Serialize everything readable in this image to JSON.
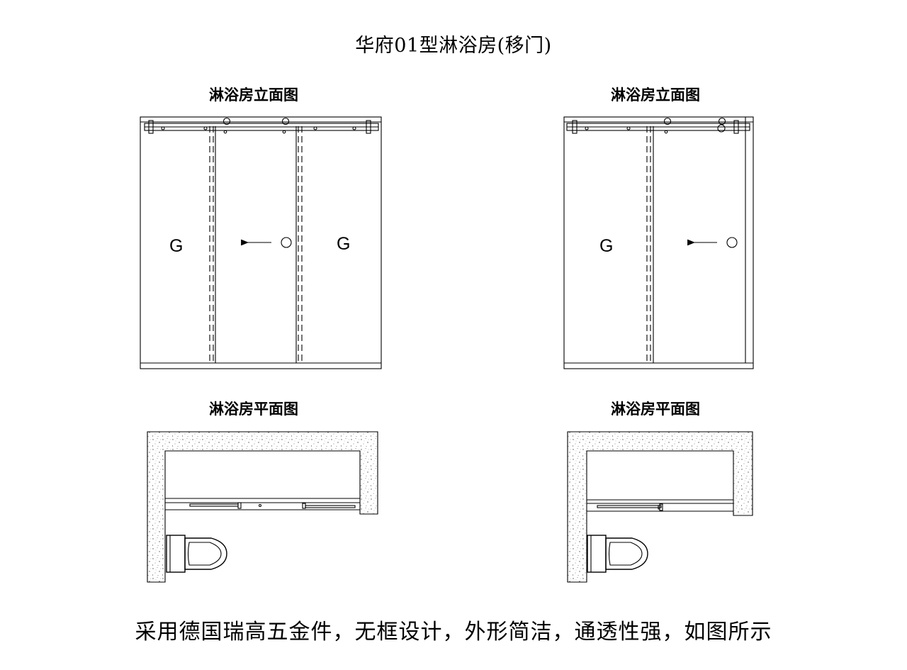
{
  "title": "华府01型淋浴房(移门)",
  "drawings": {
    "left": {
      "elevation_heading": "淋浴房立面图",
      "plan_heading": "淋浴房平面图",
      "glass_labels": [
        "G",
        "G"
      ]
    },
    "right": {
      "elevation_heading": "淋浴房立面图",
      "plan_heading": "淋浴房平面图",
      "glass_labels": [
        "G"
      ]
    }
  },
  "caption": "采用德国瑞高五金件，无框设计，外形简洁，通透性强，如图所示",
  "icons": {
    "sliding_direction": "arrow-left-icon",
    "door_handle": "door-handle-icon",
    "toilet": "toilet-icon"
  }
}
